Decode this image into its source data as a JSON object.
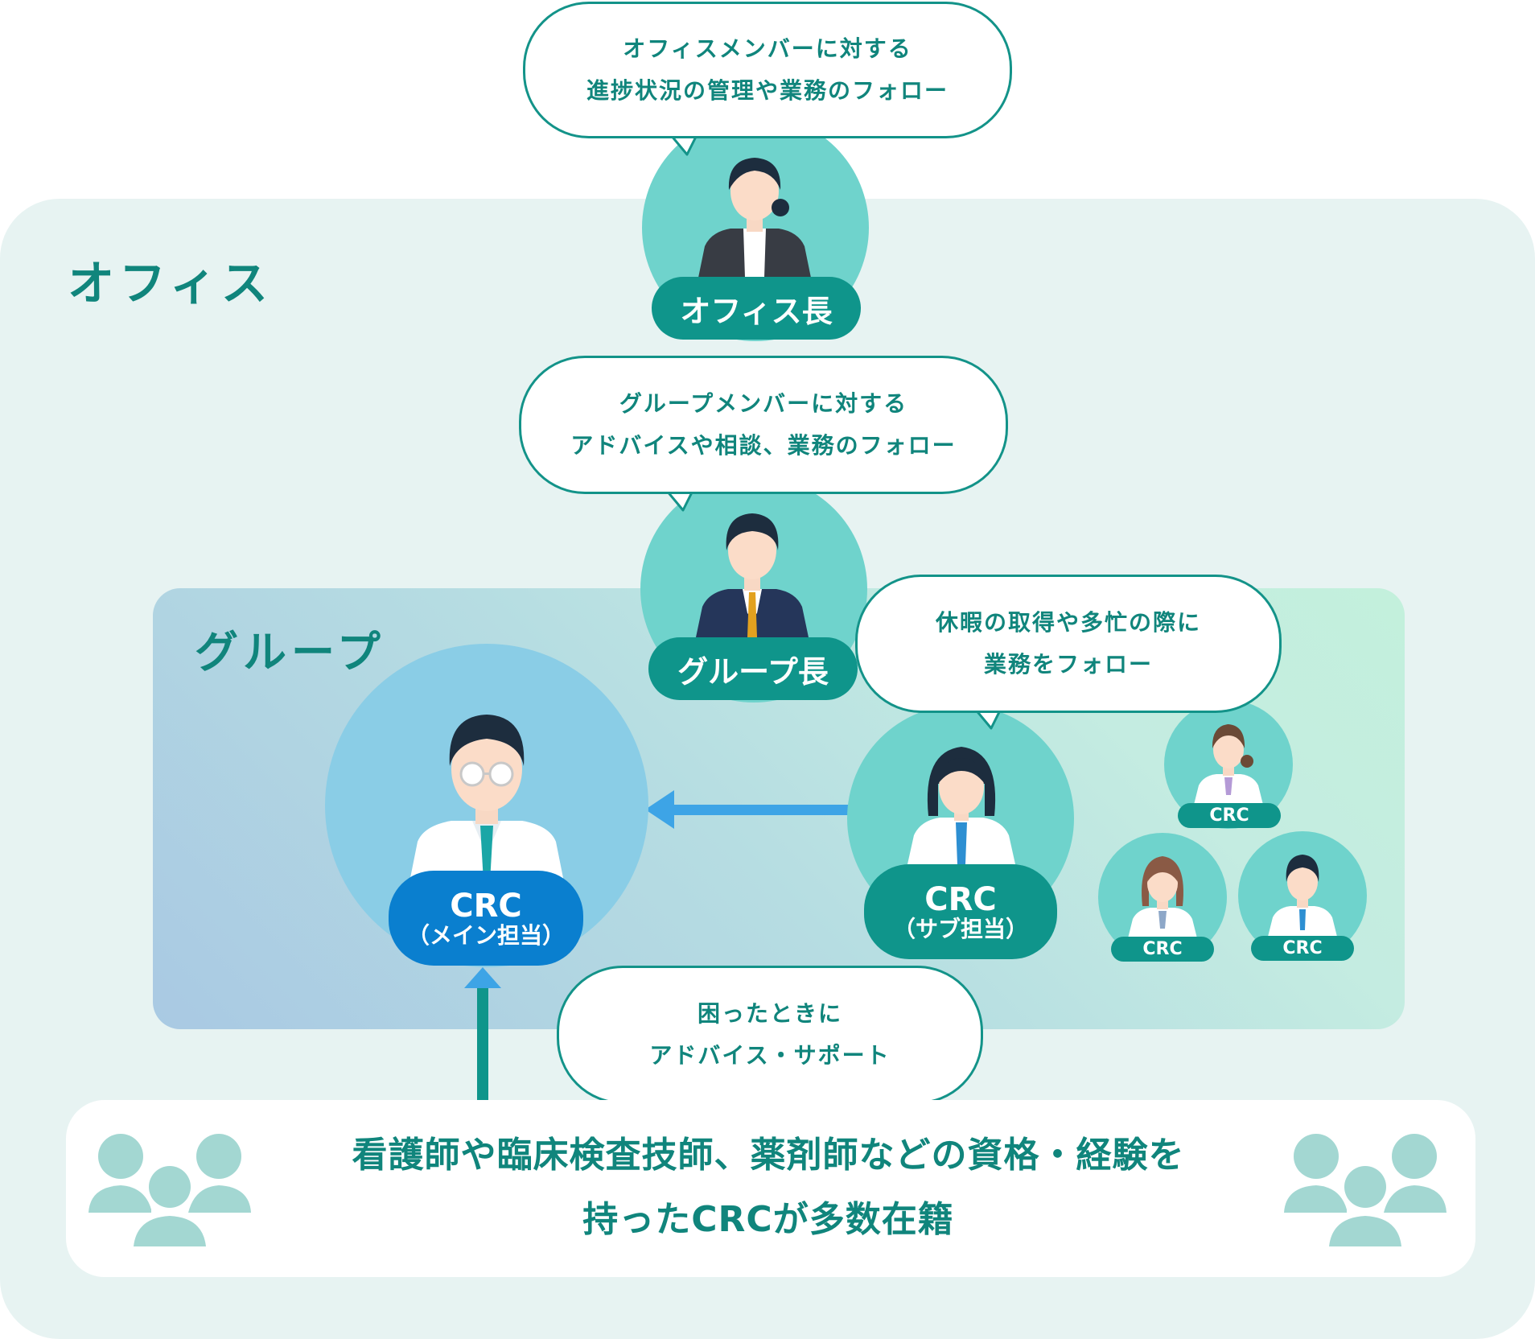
{
  "areas": {
    "office_label": "オフィス",
    "group_label": "グループ"
  },
  "bubbles": {
    "office_head": [
      "オフィスメンバーに対する",
      "進捗状況の管理や業務のフォロー"
    ],
    "group_head": [
      "グループメンバーに対する",
      "アドバイスや相談、業務のフォロー"
    ],
    "sub_crc": [
      "休暇の取得や多忙の際に",
      "業務をフォロー"
    ],
    "support": [
      "困ったときに",
      "アドバイス・サポート"
    ]
  },
  "roles": {
    "office_head": "オフィス長",
    "group_head": "グループ長",
    "main_crc": {
      "title": "CRC",
      "subtitle": "（メイン担当）"
    },
    "sub_crc": {
      "title": "CRC",
      "subtitle": "（サブ担当）"
    },
    "crc_small": [
      "CRC",
      "CRC",
      "CRC"
    ]
  },
  "bottom": {
    "lines": [
      "看護師や臨床検査技師、薬剤師などの資格・経験を",
      "持ったCRCが多数在籍"
    ]
  },
  "colors": {
    "teal": "#0f958b",
    "teal_text": "#10857c",
    "main_blue": "#0a7fcf",
    "arrow_blue": "#3da4e6",
    "circle_teal": "#6fd3cc",
    "circle_blue": "#8acde6",
    "people_icon": "#a3d7d2"
  },
  "icons": {
    "people_left": "people-group-icon",
    "people_right": "people-group-icon"
  }
}
